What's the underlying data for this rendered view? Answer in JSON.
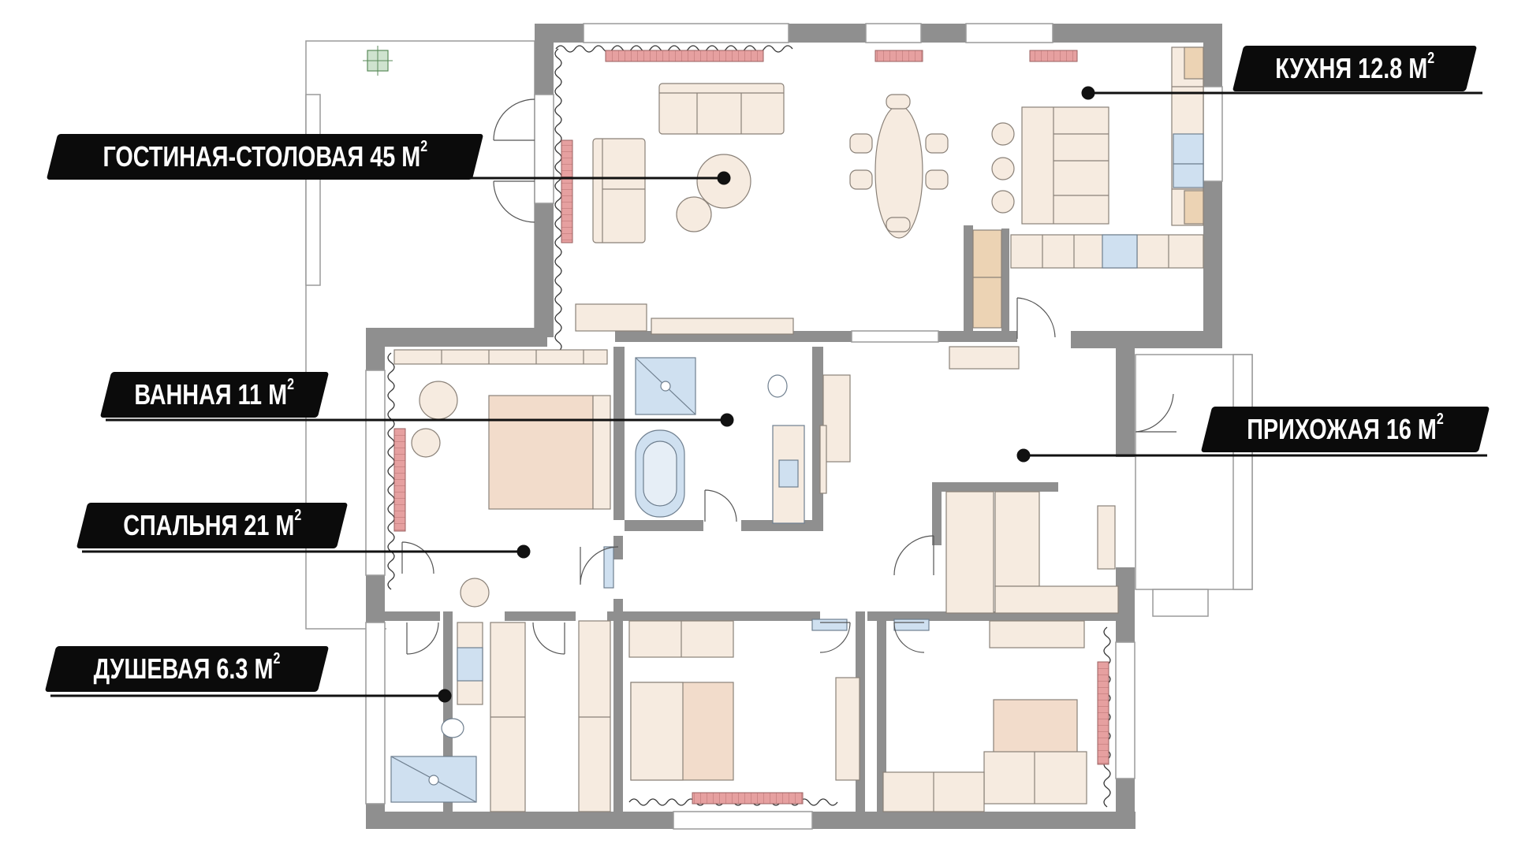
{
  "plan": {
    "rooms": [
      {
        "id": "living",
        "name": "ГОСТИНАЯ-СТОЛОВАЯ",
        "area": "45",
        "unit": "М",
        "exp": "2"
      },
      {
        "id": "kitchen",
        "name": "КУХНЯ",
        "area": "12.8",
        "unit": "М",
        "exp": "2"
      },
      {
        "id": "bath",
        "name": "ВАННАЯ",
        "area": "11",
        "unit": "М",
        "exp": "2"
      },
      {
        "id": "hall",
        "name": "ПРИХОЖАЯ",
        "area": "16",
        "unit": "М",
        "exp": "2"
      },
      {
        "id": "bedroom",
        "name": "СПАЛЬНЯ",
        "area": "21",
        "unit": "М",
        "exp": "2"
      },
      {
        "id": "shower",
        "name": "ДУШЕВАЯ",
        "area": "6.3",
        "unit": "М",
        "exp": "2"
      }
    ],
    "colors": {
      "wall": "#8f8f8f",
      "furniture": "#f6ebe0",
      "furniture_stroke": "#8a8178",
      "plumbing": "#cfe0f0",
      "radiator": "#e6a0a0",
      "wood": "#ecd3b4",
      "label_bg": "#0b0b0b",
      "label_text": "#ffffff",
      "leader": "#111111"
    }
  }
}
